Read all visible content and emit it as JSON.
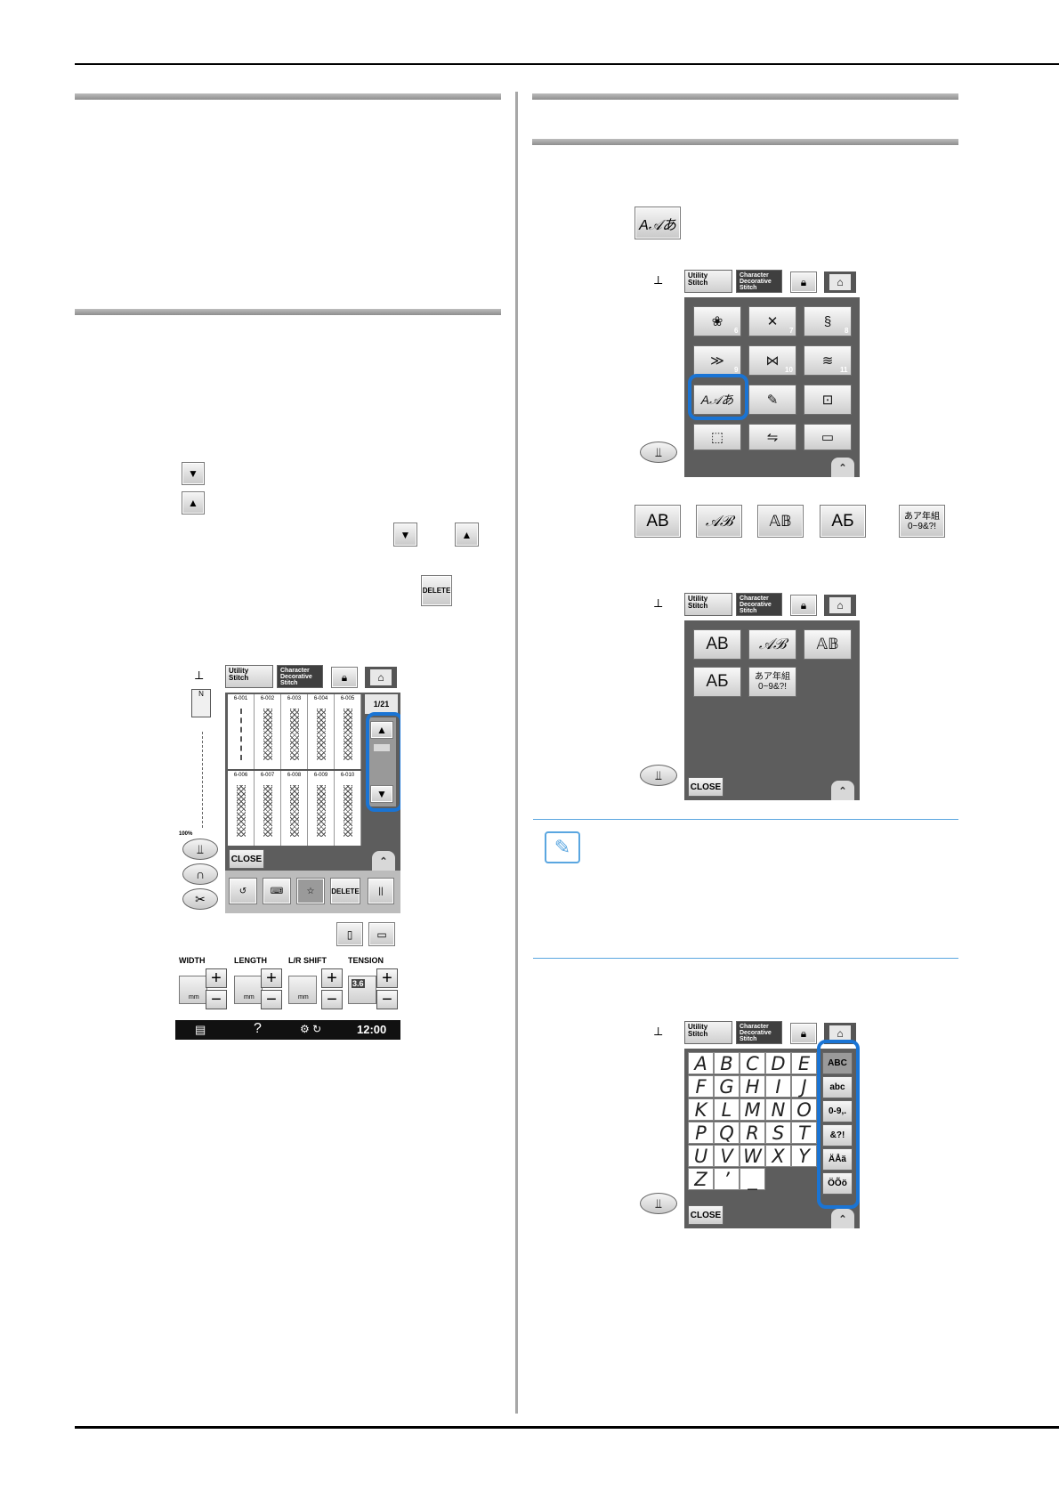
{
  "left": {
    "screen": {
      "tab_utility": "Utility\nStitch",
      "tab_character": "Character\nDecorative\nStitch",
      "page_indicator": "1/21",
      "stitches": [
        "6-001",
        "6-002",
        "6-003",
        "6-004",
        "6-005",
        "6-006",
        "6-007",
        "6-008",
        "6-009",
        "6-010"
      ],
      "zoom": "100%",
      "close_label": "CLOSE",
      "delete_label": "DELETE",
      "labels": {
        "width": "WIDTH",
        "length": "LENGTH",
        "lr_shift": "L/R SHIFT",
        "tension": "TENSION"
      },
      "tension_value": "3.6",
      "unit": "mm",
      "time": "12:00",
      "help": "?"
    },
    "inline_buttons": {
      "down": "▼",
      "up": "▲",
      "delete": "DELETE"
    }
  },
  "right": {
    "char_key": "A𝒜あ",
    "screen1": {
      "tab_utility": "Utility\nStitch",
      "tab_character": "Character\nDecorative\nStitch",
      "subscripts": [
        "6",
        "7",
        "8",
        "9",
        "10",
        "11"
      ],
      "char_key": "A𝒜あ"
    },
    "font_buttons": [
      "AB",
      "𝒜ℬ",
      "𝔸𝔹",
      "АБ",
      "あア年組\n0~9&?!"
    ],
    "screen2": {
      "tab_utility": "Utility\nStitch",
      "tab_character": "Character\nDecorative\nStitch",
      "fonts": [
        "AB",
        "𝒜ℬ",
        "𝔸𝔹",
        "АБ",
        "あア年組\n0~9&?!"
      ],
      "close_label": "CLOSE"
    },
    "screen3": {
      "tab_utility": "Utility\nStitch",
      "tab_character": "Character\nDecorative\nStitch",
      "letters": [
        "A",
        "B",
        "C",
        "D",
        "E",
        "F",
        "G",
        "H",
        "I",
        "J",
        "K",
        "L",
        "M",
        "N",
        "O",
        "P",
        "Q",
        "R",
        "S",
        "T",
        "U",
        "V",
        "W",
        "X",
        "Y",
        "Z",
        "’",
        "_"
      ],
      "categories": [
        "ABC",
        "abc",
        "0-9,.",
        "&?!",
        "ÄÅä",
        "ÖÕö"
      ],
      "close_label": "CLOSE"
    }
  },
  "colors": {
    "highlight": "#1a74d4",
    "note_rule": "#5aa6e0",
    "panel": "#5d5d5d"
  }
}
